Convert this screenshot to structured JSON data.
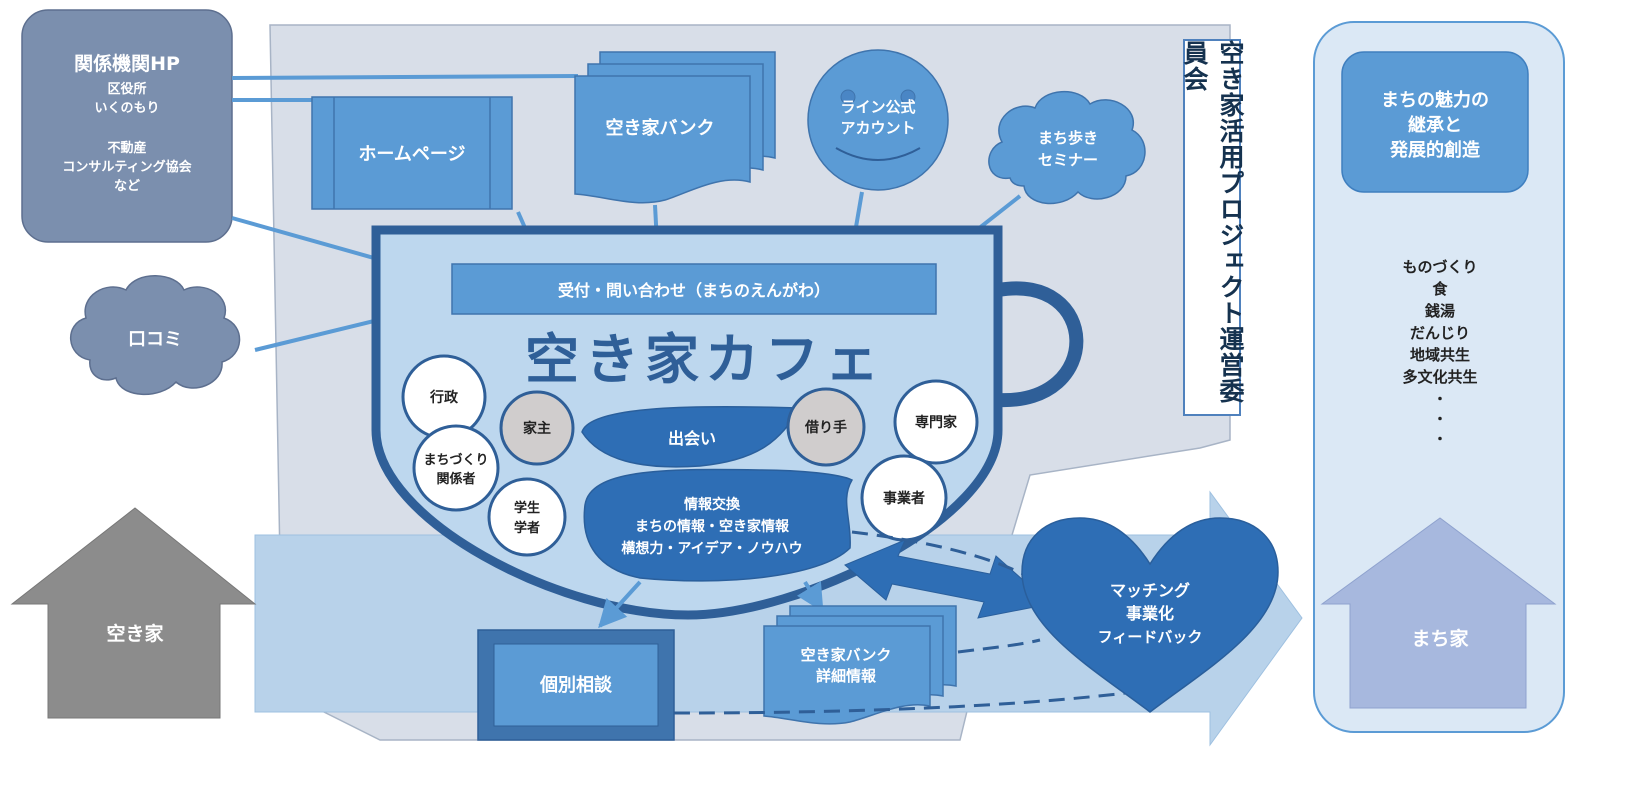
{
  "related_orgs": {
    "title": "関係機関HP",
    "lines": [
      "区役所",
      "いくのもり",
      "不動産",
      "コンサルティング協会",
      "など"
    ]
  },
  "homepage_label": "ホームページ",
  "akiya_bank_label": "空き家バンク",
  "line_account": [
    "ライン公式",
    "アカウント"
  ],
  "machi_seminar": [
    "まち歩き",
    "セミナー"
  ],
  "kuchikomi_label": "口コミ",
  "reception_label": "受付・問い合わせ（まちのえんがわ）",
  "cafe_title": "空き家カフェ",
  "committee_title": "空き家活用プロジェクト運営委員会",
  "participants": {
    "gyosei": "行政",
    "machizukuri": [
      "まちづくり",
      "関係者"
    ],
    "student": [
      "学生",
      "学者"
    ],
    "owner": "家主",
    "renter": "借り手",
    "expert": "専門家",
    "business": "事業者"
  },
  "deai_label": "出会い",
  "info_exchange": [
    "情報交換",
    "まちの情報・空き家情報",
    "構想力・アイデア・ノウハウ"
  ],
  "consult_label": "個別相談",
  "akiya_bank_detail": [
    "空き家バンク",
    "詳細情報"
  ],
  "matching": [
    "マッチング",
    "事業化",
    "フィードバック"
  ],
  "akiya_house_label": "空き家",
  "machiya_house_label": "まち家",
  "charm_box": [
    "まちの魅力の",
    "継承と",
    "発展的創造"
  ],
  "charm_list": [
    "ものづくり",
    "食",
    "銭湯",
    "だんじり",
    "地域共生",
    "多文化共生",
    "・",
    "・",
    "・"
  ],
  "colors": {
    "panel": "#d8dee8",
    "dark_slate": "#7b8fae",
    "mid_blue": "#5b9bd5",
    "deep_blue": "#2e6eb5",
    "cup_fill": "#bdd7ee",
    "cup_rim": "#2f5f98",
    "light_arrow": "#b8d2ea",
    "gray_house": "#8c8c8c",
    "lavender_house": "#a7b8de",
    "right_panel": "#dbe8f5"
  }
}
